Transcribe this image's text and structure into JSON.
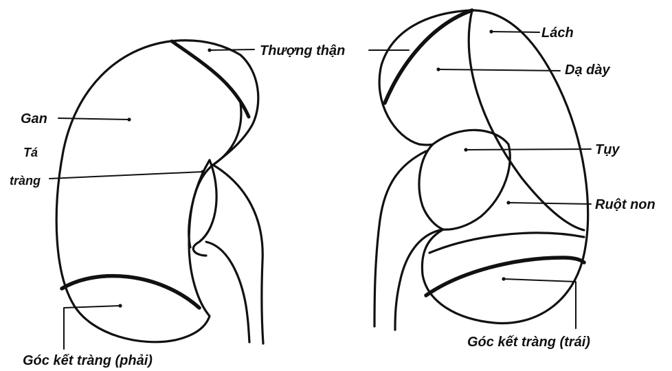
{
  "diagram": {
    "labels": {
      "thuong_than": "Thượng thận",
      "lach": "Lách",
      "da_day": "Dạ dày",
      "gan": "Gan",
      "ta": "Tá",
      "trang": "tràng",
      "tuy": "Tụy",
      "ruot_non": "Ruột non",
      "goc_ket_trang_trai": "Góc kết tràng (trái)",
      "goc_ket_trang_phai": "Góc kết tràng (phải)"
    },
    "colors": {
      "ink": "#111111",
      "background": "#ffffff"
    }
  }
}
